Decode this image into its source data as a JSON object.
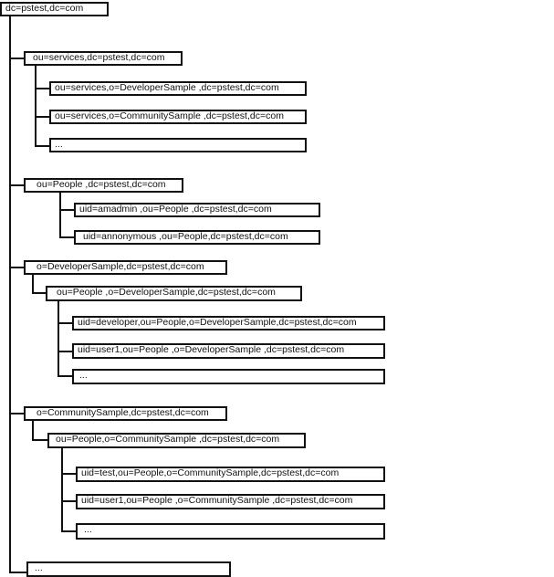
{
  "root": {
    "label": "dc=pstest,dc=com"
  },
  "services": {
    "label": "ou=services,dc=pstest,dc=com",
    "children": [
      "ou=services,o=DeveloperSample ,dc=pstest,dc=com",
      "ou=services,o=CommunitySample ,dc=pstest,dc=com",
      "..."
    ]
  },
  "people": {
    "label": "ou=People ,dc=pstest,dc=com",
    "children": [
      "uid=amadmin ,ou=People ,dc=pstest,dc=com",
      "uid=annonymous ,ou=People,dc=pstest,dc=com"
    ]
  },
  "developer": {
    "label": "o=DeveloperSample,dc=pstest,dc=com",
    "people": {
      "label": "ou=People ,o=DeveloperSample,dc=pstest,dc=com",
      "children": [
        "uid=developer,ou=People,o=DeveloperSample,dc=pstest,dc=com",
        "uid=user1,ou=People ,o=DeveloperSample ,dc=pstest,dc=com",
        "..."
      ]
    }
  },
  "community": {
    "label": "o=CommunitySample,dc=pstest,dc=com",
    "people": {
      "label": "ou=People,o=CommunitySample ,dc=pstest,dc=com",
      "children": [
        "uid=test,ou=People,o=CommunitySample,dc=pstest,dc=com",
        "uid=user1,ou=People ,o=CommunitySample ,dc=pstest,dc=com",
        "..."
      ]
    }
  },
  "more": {
    "label": "..."
  }
}
